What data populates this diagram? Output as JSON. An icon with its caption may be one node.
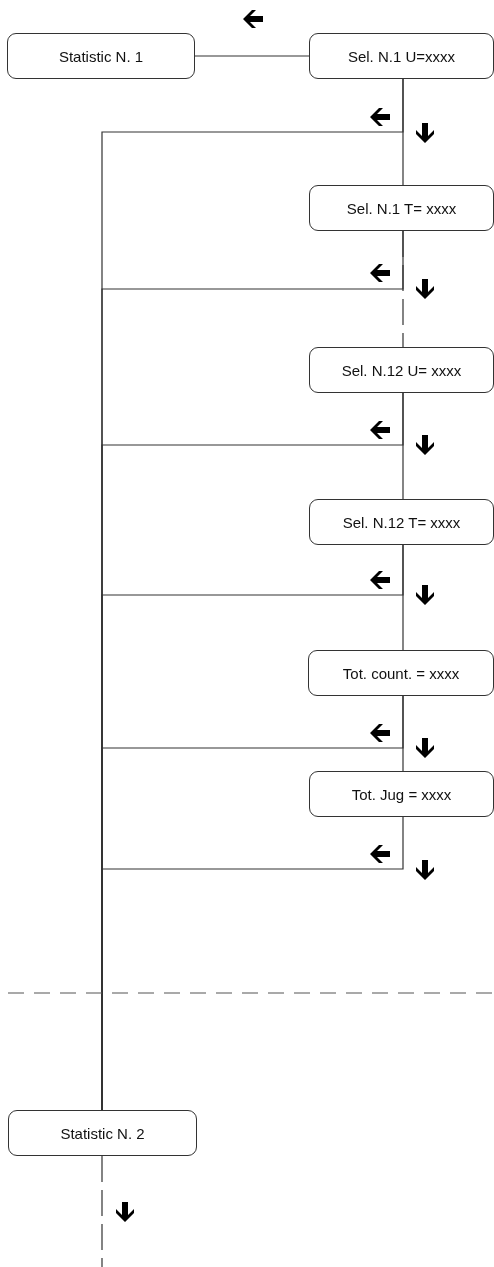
{
  "diagram": {
    "nodes": [
      {
        "text": [
          "Statistic N. 1"
        ]
      },
      {
        "text": [
          "Sel. N.1 U=xxxx"
        ]
      },
      {
        "text": [
          "Sel. N.1 T= xxxx"
        ]
      },
      {
        "text": [
          "Sel. N.12 U= xxxx"
        ]
      },
      {
        "text": [
          "Sel. N.12 T= xxxx"
        ]
      },
      {
        "text": [
          "Tot. count. = xxxx"
        ]
      },
      {
        "text": [
          "Tot. Jug = xxxx"
        ]
      },
      {
        "text": [
          "Statistic N. 2"
        ]
      }
    ],
    "edges": [
      {
        "from": 0,
        "to": 1,
        "arrow": "none"
      },
      {
        "from": 1,
        "to": 2,
        "arrow": "none"
      },
      {
        "from": 2,
        "to": 3,
        "arrow": "none",
        "style": "dashed"
      },
      {
        "from": 3,
        "to": 4,
        "arrow": "none"
      },
      {
        "from": 4,
        "to": 5,
        "arrow": "none"
      },
      {
        "from": 5,
        "to": 6,
        "arrow": "none"
      },
      {
        "from": 1,
        "to": 7,
        "arrow": "none"
      },
      {
        "from": 2,
        "to": 7,
        "arrow": "none"
      },
      {
        "from": 3,
        "to": 7,
        "arrow": "none"
      },
      {
        "from": 4,
        "to": 7,
        "arrow": "none"
      },
      {
        "from": 5,
        "to": 7,
        "arrow": "none"
      },
      {
        "from": 6,
        "to": 7,
        "arrow": "none"
      },
      {
        "from": 7,
        "to": null,
        "arrow": "none",
        "style": "dashed"
      }
    ]
  }
}
